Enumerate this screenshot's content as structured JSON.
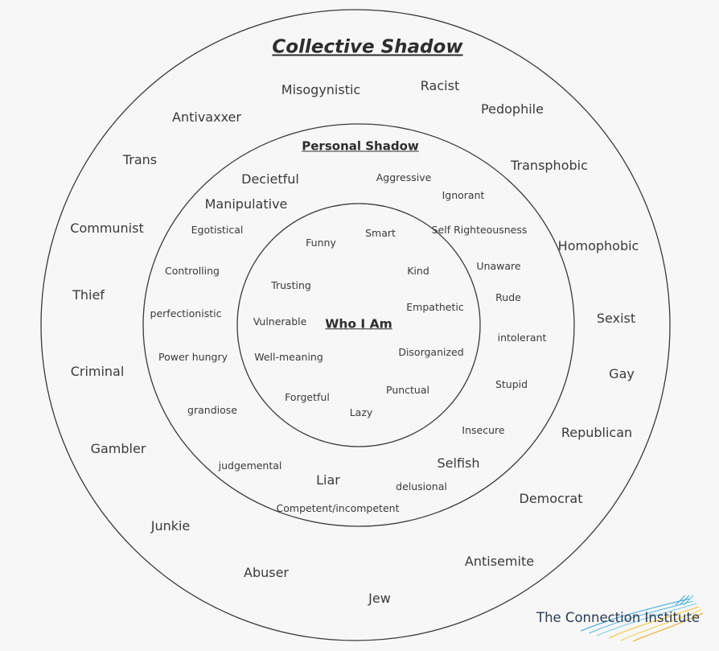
{
  "outer": {
    "title": "Collective Shadow",
    "labels": [
      "Misogynistic",
      "Racist",
      "Pedophile",
      "Antivaxxer",
      "Transphobic",
      "Trans",
      "Homophobic",
      "Communist",
      "Thief",
      "Sexist",
      "Criminal",
      "Gay",
      "Republican",
      "Gambler",
      "Democrat",
      "Junkie",
      "Antisemite",
      "Abuser",
      "Jew"
    ]
  },
  "personal": {
    "title": "Personal Shadow",
    "labels": [
      "Aggressive",
      "Decietful",
      "Ignorant",
      "Manipulative",
      "Egotistical",
      "Self Righteousness",
      "Unaware",
      "Controlling",
      "Rude",
      "perfectionistic",
      "intolerant",
      "Power hungry",
      "Stupid",
      "grandiose",
      "Insecure",
      "Selfish",
      "judgemental",
      "Liar",
      "delusional",
      "Competent/incompetent"
    ]
  },
  "core": {
    "title": "Who I Am",
    "labels": [
      "Smart",
      "Funny",
      "Kind",
      "Trusting",
      "Empathetic",
      "Vulnerable",
      "Well-meaning",
      "Disorganized",
      "Punctual",
      "Forgetful",
      "Lazy"
    ]
  },
  "logo": {
    "text": "The Connection Institute"
  }
}
